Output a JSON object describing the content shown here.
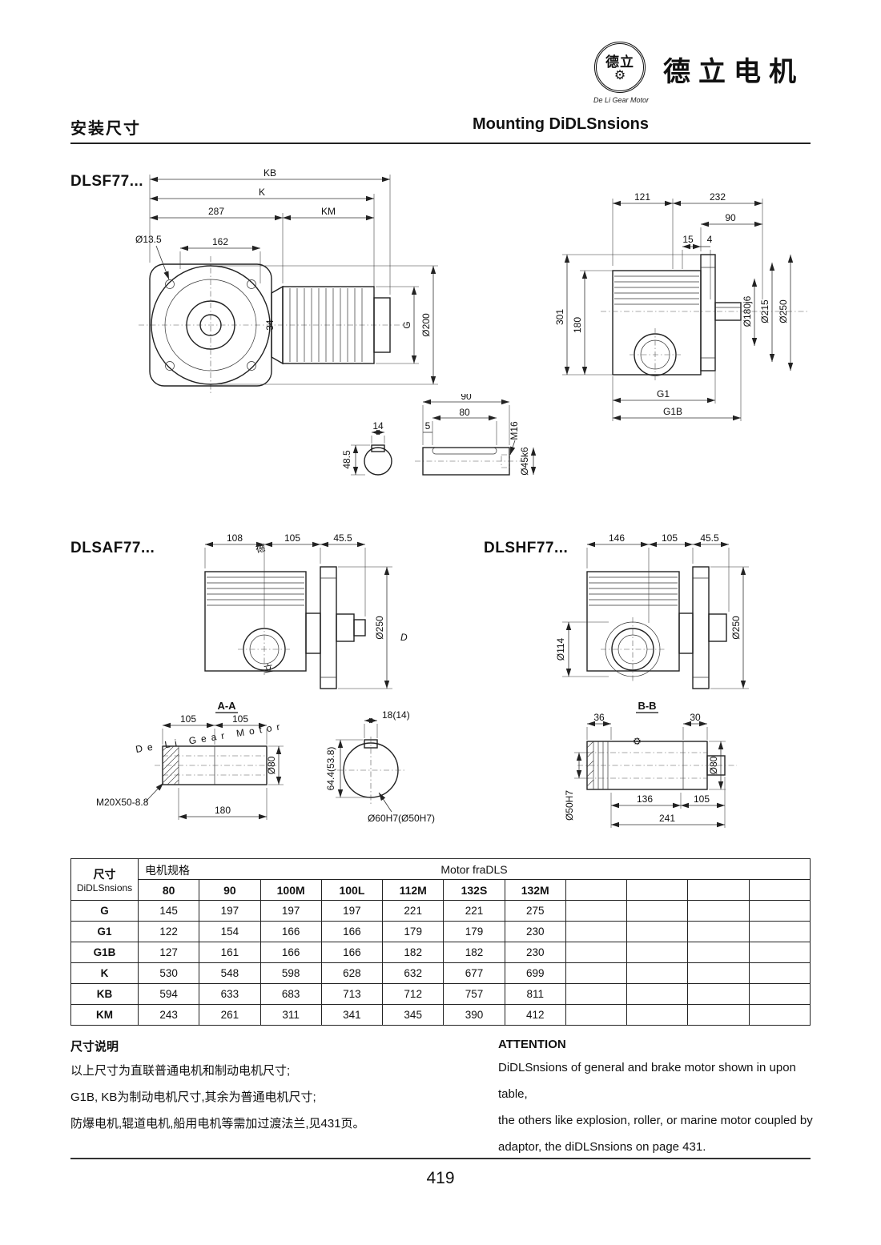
{
  "header": {
    "brand": "德立电机",
    "logo_text": "德立",
    "logo_sub": "De Li Gear Motor"
  },
  "page": {
    "title_cn": "安装尺寸",
    "title_en": "Mounting DiDLSnsions",
    "number": "419"
  },
  "watermark": {
    "cn1": "德",
    "cn2": "立",
    "big_d": "D",
    "text": "De Li Gear Motor",
    "gear": "⚙"
  },
  "drawings": {
    "dlsf_front": {
      "label": "DLSF77...",
      "kb": "KB",
      "k": "K",
      "d287": "287",
      "km": "KM",
      "d13_5": "Ø13.5",
      "d162": "162",
      "d34": "34",
      "g": "G",
      "d200": "Ø200"
    },
    "dlsf_side": {
      "d121": "121",
      "d232": "232",
      "d90": "90",
      "d15": "15",
      "d4": "4",
      "d301": "301",
      "d180": "180",
      "d180j6": "Ø180j6",
      "d215": "Ø215",
      "d250": "Ø250",
      "g1": "G1",
      "g1b": "G1B"
    },
    "shaft": {
      "d90": "90",
      "d80": "80",
      "d5": "5",
      "d14": "14",
      "d48_5": "48.5",
      "m16": "M16",
      "d45k6": "Ø45k6"
    },
    "dlsaf": {
      "label": "DLSAF77...",
      "d108": "108",
      "d105": "105",
      "d45_5": "45.5",
      "d250": "Ø250"
    },
    "dlshf": {
      "label": "DLSHF77...",
      "d146": "146",
      "d105": "105",
      "d45_5": "45.5",
      "d114": "Ø114",
      "d250": "Ø250"
    },
    "section_aa": {
      "label": "A-A",
      "d105a": "105",
      "d105b": "105",
      "d80": "Ø80",
      "m20": "M20X50-8.8",
      "d180": "180"
    },
    "bore": {
      "d18": "18(14)",
      "d64": "64.4(53.8)",
      "d60": "Ø60H7(Ø50H7)"
    },
    "section_bb": {
      "label": "B-B",
      "d36": "36",
      "d30": "30",
      "d80": "Ø80",
      "d50h7": "Ø50H7",
      "d136": "136",
      "d105": "105",
      "d241": "241"
    }
  },
  "table": {
    "corner_top": "尺寸",
    "corner_bottom": "DiDLSnsions",
    "group_left": "电机规格",
    "group_center": "Motor fraDLS",
    "columns": [
      "80",
      "90",
      "100M",
      "100L",
      "112M",
      "132S",
      "132M",
      "",
      "",
      "",
      ""
    ],
    "rows": [
      {
        "label": "G",
        "values": [
          "145",
          "197",
          "197",
          "197",
          "221",
          "221",
          "275",
          "",
          "",
          "",
          ""
        ]
      },
      {
        "label": "G1",
        "values": [
          "122",
          "154",
          "166",
          "166",
          "179",
          "179",
          "230",
          "",
          "",
          "",
          ""
        ]
      },
      {
        "label": "G1B",
        "values": [
          "127",
          "161",
          "166",
          "166",
          "182",
          "182",
          "230",
          "",
          "",
          "",
          ""
        ]
      },
      {
        "label": "K",
        "values": [
          "530",
          "548",
          "598",
          "628",
          "632",
          "677",
          "699",
          "",
          "",
          "",
          ""
        ]
      },
      {
        "label": "KB",
        "values": [
          "594",
          "633",
          "683",
          "713",
          "712",
          "757",
          "811",
          "",
          "",
          "",
          ""
        ]
      },
      {
        "label": "KM",
        "values": [
          "243",
          "261",
          "311",
          "341",
          "345",
          "390",
          "412",
          "",
          "",
          "",
          ""
        ]
      }
    ]
  },
  "notes": {
    "cn_title": "尺寸说明",
    "cn_lines": [
      "以上尺寸为直联普通电机和制动电机尺寸;",
      "G1B, KB为制动电机尺寸,其余为普通电机尺寸;",
      "防爆电机,辊道电机,船用电机等需加过渡法兰,见431页。"
    ],
    "en_title": "ATTENTION",
    "en_lines": [
      "DiDLSnsions of general and brake motor shown in upon table,",
      "the others like explosion, roller, or marine motor coupled by",
      "adaptor, the diDLSnsions on page 431."
    ]
  }
}
